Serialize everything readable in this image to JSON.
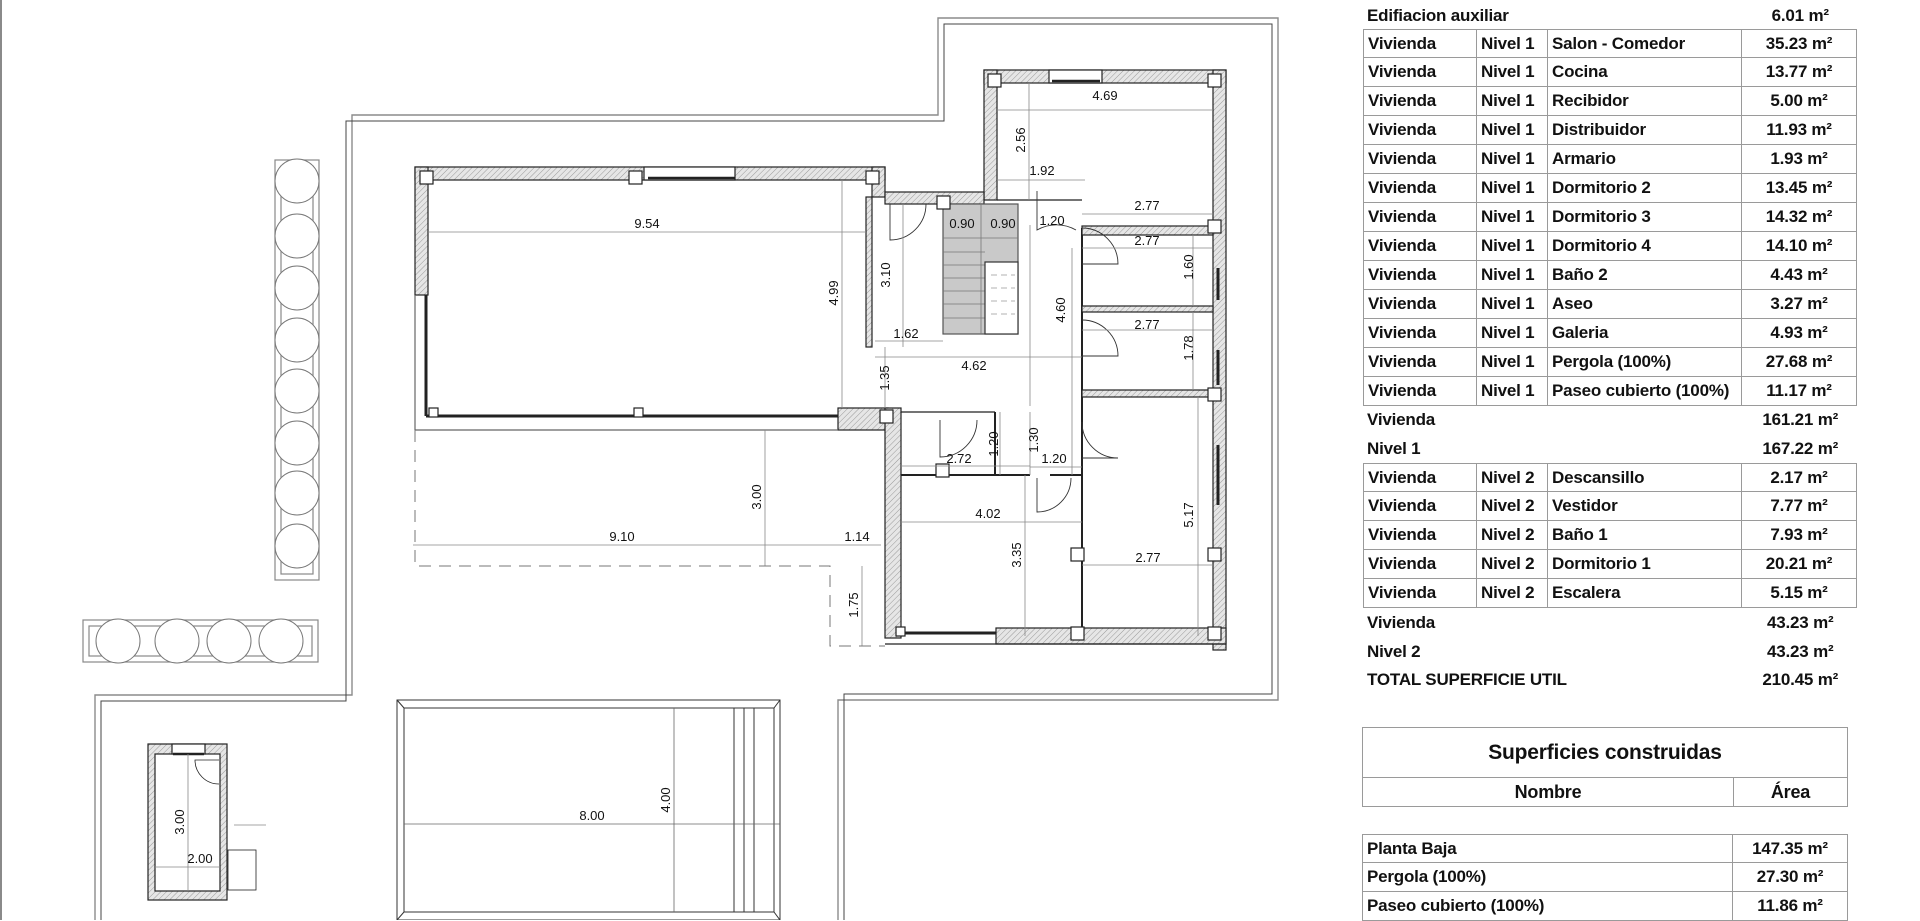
{
  "floor_plan": {
    "dimensions": {
      "salon_width": "9.54",
      "salon_depth": "4.99",
      "hall_height": "3.10",
      "hall_width": "1.62",
      "stair_1": "0.90",
      "stair_2": "0.90",
      "landing": "1.20",
      "dist_length": "4.60",
      "kitchen_width": "4.69",
      "kitchen_depth": "2.56",
      "kitchen_sub": "1.92",
      "bath_width_a": "2.77",
      "bath_width_b": "2.77",
      "bath_depth": "1.60",
      "aseo_width": "2.77",
      "aseo_depth": "1.78",
      "corridor": "4.62",
      "corridor_h": "1.35",
      "armario_w": "2.72",
      "armario_h": "1.20",
      "recib_h": "1.30",
      "recib_w": "1.20",
      "dorm4_w": "4.02",
      "dorm4_h": "3.35",
      "dorm3_w": "2.77",
      "dorm3_h": "5.17",
      "pergola_w": "9.10",
      "pergola_h": "3.00",
      "paseo_w": "1.14",
      "paseo_h": "1.75",
      "pool_w": "8.00",
      "pool_h": "4.00",
      "aux_w": "2.00",
      "aux_h": "3.00"
    }
  },
  "superficie_util": {
    "top_summary": {
      "label": "Edifiacion auxiliar",
      "value": "6.01 m²"
    },
    "nivel1_rows": [
      {
        "tipo": "Vivienda",
        "nivel": "Nivel 1",
        "nombre": "Salon - Comedor",
        "area": "35.23 m²"
      },
      {
        "tipo": "Vivienda",
        "nivel": "Nivel 1",
        "nombre": "Cocina",
        "area": "13.77 m²"
      },
      {
        "tipo": "Vivienda",
        "nivel": "Nivel 1",
        "nombre": "Recibidor",
        "area": "5.00 m²"
      },
      {
        "tipo": "Vivienda",
        "nivel": "Nivel 1",
        "nombre": "Distribuidor",
        "area": "11.93 m²"
      },
      {
        "tipo": "Vivienda",
        "nivel": "Nivel 1",
        "nombre": "Armario",
        "area": "1.93 m²"
      },
      {
        "tipo": "Vivienda",
        "nivel": "Nivel 1",
        "nombre": "Dormitorio 2",
        "area": "13.45 m²"
      },
      {
        "tipo": "Vivienda",
        "nivel": "Nivel 1",
        "nombre": "Dormitorio 3",
        "area": "14.32 m²"
      },
      {
        "tipo": "Vivienda",
        "nivel": "Nivel 1",
        "nombre": "Dormitorio 4",
        "area": "14.10 m²"
      },
      {
        "tipo": "Vivienda",
        "nivel": "Nivel 1",
        "nombre": "Baño 2",
        "area": "4.43 m²"
      },
      {
        "tipo": "Vivienda",
        "nivel": "Nivel 1",
        "nombre": "Aseo",
        "area": "3.27 m²"
      },
      {
        "tipo": "Vivienda",
        "nivel": "Nivel 1",
        "nombre": "Galeria",
        "area": "4.93 m²"
      },
      {
        "tipo": "Vivienda",
        "nivel": "Nivel 1",
        "nombre": "Pergola (100%)",
        "area": "27.68 m²"
      },
      {
        "tipo": "Vivienda",
        "nivel": "Nivel 1",
        "nombre": "Paseo cubierto (100%)",
        "area": "11.17 m²"
      }
    ],
    "nivel1_subtotal_vivienda": {
      "label": "Vivienda",
      "value": "161.21 m²"
    },
    "nivel1_total": {
      "label": "Nivel 1",
      "value": "167.22 m²"
    },
    "nivel2_rows": [
      {
        "tipo": "Vivienda",
        "nivel": "Nivel 2",
        "nombre": "Descansillo",
        "area": "2.17 m²"
      },
      {
        "tipo": "Vivienda",
        "nivel": "Nivel 2",
        "nombre": "Vestidor",
        "area": "7.77 m²"
      },
      {
        "tipo": "Vivienda",
        "nivel": "Nivel 2",
        "nombre": "Baño 1",
        "area": "7.93 m²"
      },
      {
        "tipo": "Vivienda",
        "nivel": "Nivel 2",
        "nombre": "Dormitorio 1",
        "area": "20.21 m²"
      },
      {
        "tipo": "Vivienda",
        "nivel": "Nivel 2",
        "nombre": "Escalera",
        "area": "5.15 m²"
      }
    ],
    "nivel2_subtotal_vivienda": {
      "label": "Vivienda",
      "value": "43.23 m²"
    },
    "nivel2_total": {
      "label": "Nivel 2",
      "value": "43.23 m²"
    },
    "grand_total": {
      "label": "TOTAL SUPERFICIE UTIL",
      "value": "210.45 m²"
    }
  },
  "superficies_construidas": {
    "title": "Superficies construidas",
    "col_nombre": "Nombre",
    "col_area": "Área",
    "rows": [
      {
        "nombre": "Planta Baja",
        "area": "147.35 m²"
      },
      {
        "nombre": "Pergola (100%)",
        "area": "27.30 m²"
      },
      {
        "nombre": "Paseo cubierto (100%)",
        "area": "11.86 m²"
      }
    ]
  }
}
